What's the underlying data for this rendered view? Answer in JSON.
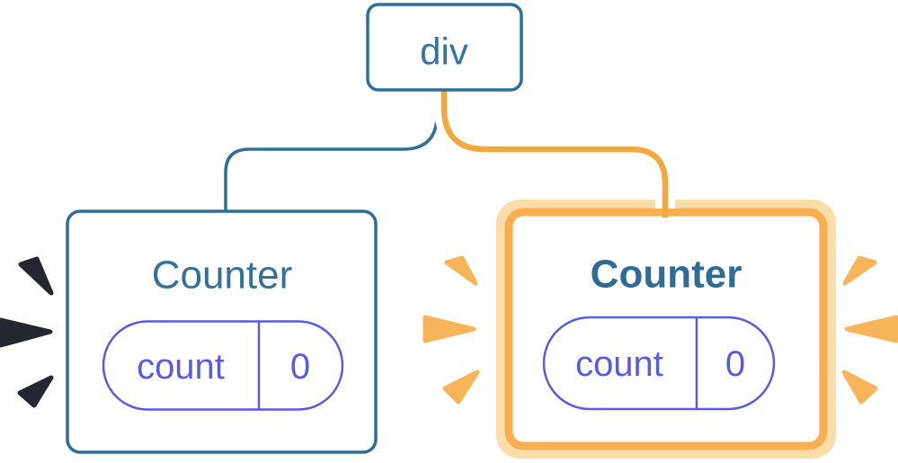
{
  "diagram": {
    "root": {
      "label": "div"
    },
    "children": [
      {
        "title": "Counter",
        "state": {
          "key": "count",
          "value": "0"
        },
        "highlighted": false
      },
      {
        "title": "Counter",
        "state": {
          "key": "count",
          "value": "0"
        },
        "highlighted": true
      }
    ],
    "colors": {
      "node_border": "#2D6E9B",
      "node_text": "#35749F",
      "title_text": "#31719B",
      "title_text_bold": "#2E6B95",
      "state_pill": "#5B5BE0",
      "edge_blue": "#2D6E9B",
      "edge_orange": "#F3A73F",
      "highlight_border": "#F7AF52",
      "highlight_ring": "#FBDDAC",
      "spark_dark": "#23272F",
      "spark_orange": "#F7B459"
    }
  }
}
